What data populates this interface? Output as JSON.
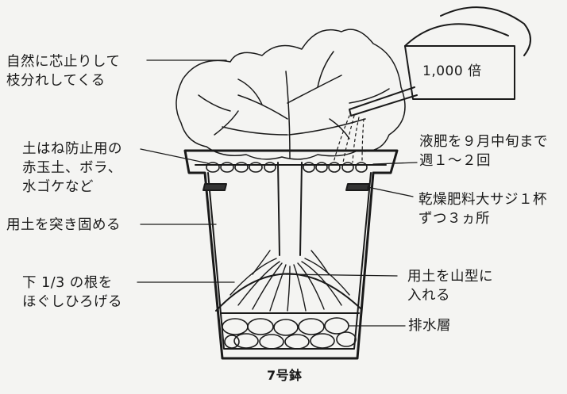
{
  "labels": {
    "top_left": [
      "自然に芯止りして",
      "枝分れしてくる"
    ],
    "mulch": [
      "土はね防止用の",
      "赤玉土、ボラ、",
      "水ゴケなど"
    ],
    "compact": "用土を突き固める",
    "roots": [
      "下 1/3 の根を",
      "ほぐしひろげる"
    ],
    "liquid_fert": [
      "液肥を９月中旬まで",
      "週１～２回"
    ],
    "dry_fert": [
      "乾燥肥料大サジ１杯",
      "ずつ３ヵ所"
    ],
    "mound": [
      "用土を山型に",
      "入れる"
    ],
    "drainage": "排水層",
    "can": "1,000 倍",
    "pot_size": "7号鉢"
  }
}
